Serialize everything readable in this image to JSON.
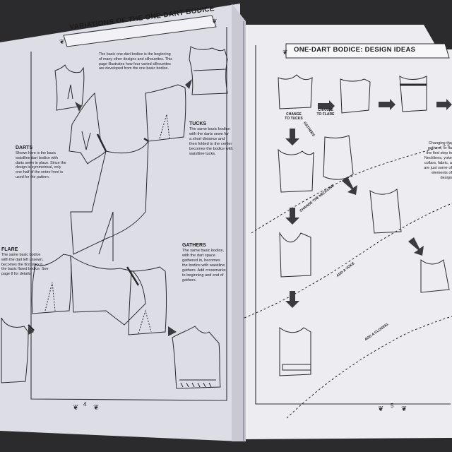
{
  "left_page": {
    "header": "VARIATIONS OF THE ONE-DART BODICE",
    "intro": [
      "The basic one-dart bodice is the beginning",
      "of many other designs and silhouettes. This",
      "page illustrates how four varied silhouettes",
      "are developed from the one basic bodice."
    ],
    "darts": {
      "title": "DARTS",
      "body": [
        "Shown here is the basic",
        "waistline dart bodice with",
        "darts sewn in place. Since the",
        "design is symmetrical, only",
        "one-half of the entire front is",
        "used for the pattern."
      ]
    },
    "tucks": {
      "title": "TUCKS",
      "body": [
        "The same basic bodice",
        "with the darts sewn for",
        "a short distance and",
        "then folded to the center",
        "becomes the bodice with",
        "waistline tucks."
      ]
    },
    "flare": {
      "title": "FLARE",
      "body": [
        "The same basic bodice",
        "with the dart left unsewn,",
        "becomes the first step in",
        "the basic flared bodice. See",
        "page 8 for details."
      ]
    },
    "gathers": {
      "title": "GATHERS",
      "body": [
        "The same basic bodice,",
        "with the dart space",
        "gathered in, becomes",
        "the bodice with waistline",
        "gathers. Add crossmarks",
        "to beginning and end of",
        "gathers."
      ]
    },
    "page_number": "4"
  },
  "right_page": {
    "header": "ONE-DART BODICE: DESIGN IDEAS",
    "labels": {
      "change_to_flare": "CHANGE TO FLARE",
      "change_to_tucks": "CHANGE TO TUCKS",
      "gathers": "GATHERS",
      "change_neckline": "CHANGE THE NECKLINE",
      "add_yoke": "ADD A YOKE",
      "add_closing": "ADD A CLOSING"
    },
    "side_text": [
      "Changing the",
      "gathers, or fla",
      "the first step in",
      "Necklines, yoke",
      "collars, fabric, a",
      "are just some of",
      "elements of design"
    ],
    "page_number": "5"
  }
}
